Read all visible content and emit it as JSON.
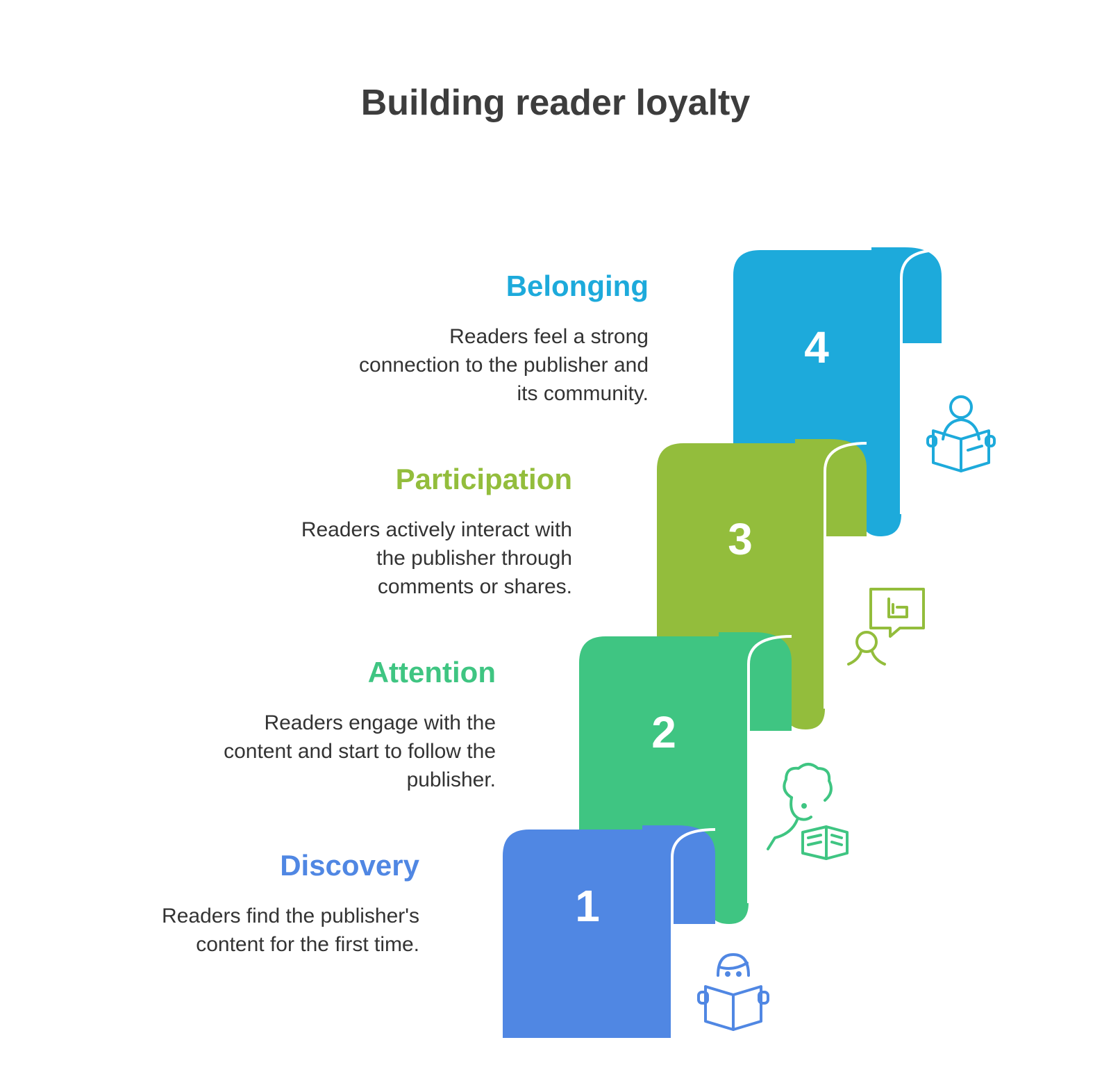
{
  "title": "Building reader loyalty",
  "steps": [
    {
      "number": "1",
      "heading": "Discovery",
      "description": "Readers find the publisher's content for the first time.",
      "color": "#5087E3",
      "icon": "reader-with-book-icon"
    },
    {
      "number": "2",
      "heading": "Attention",
      "description": "Readers engage with the content and start to follow the publisher.",
      "color": "#3FC582",
      "icon": "curly-hair-reader-icon"
    },
    {
      "number": "3",
      "heading": "Participation",
      "description": "Readers actively interact with the publisher through comments or shares.",
      "color": "#93BD3C",
      "icon": "person-comment-bubble-icon"
    },
    {
      "number": "4",
      "heading": "Belonging",
      "description": "Readers feel a strong connection to the publisher and its community.",
      "color": "#1DAADB",
      "icon": "person-reading-book-icon"
    }
  ]
}
